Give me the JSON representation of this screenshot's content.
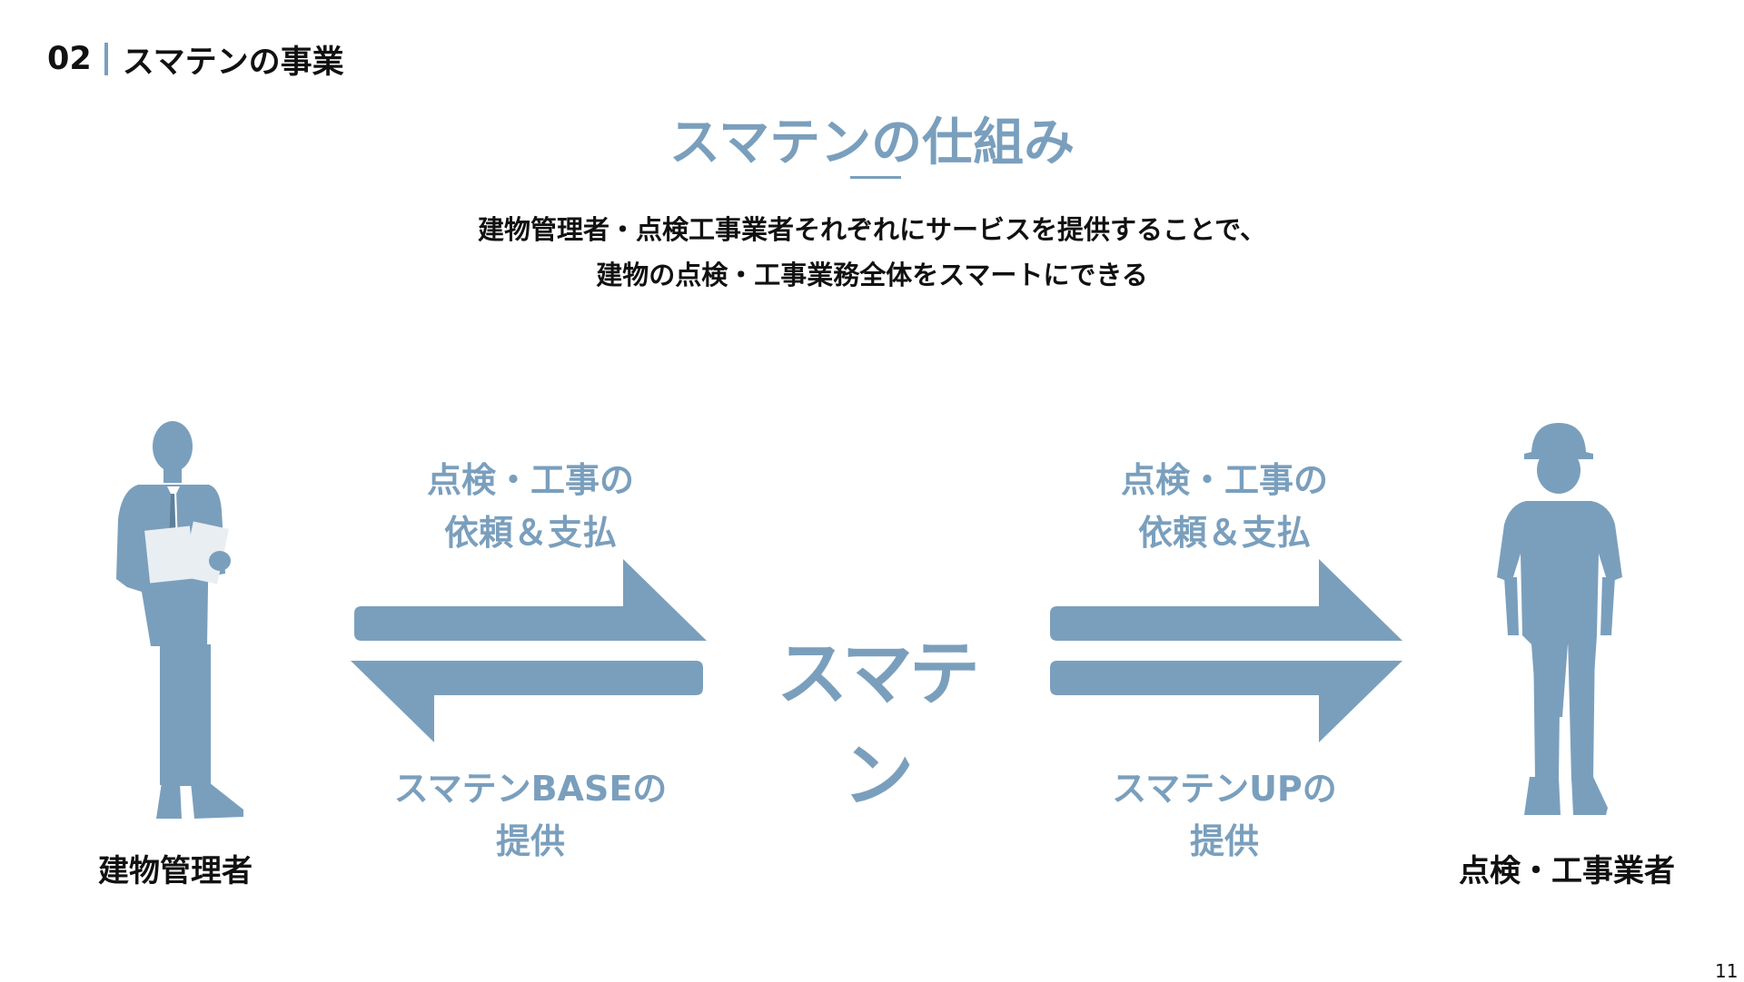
{
  "colors": {
    "accent": "#7a9fbd",
    "text": "#111111",
    "background": "#ffffff"
  },
  "header": {
    "number": "02",
    "title": "スマテンの事業"
  },
  "slide": {
    "title": "スマテンの仕組み",
    "subtitle_line1": "建物管理者・点検工事業者それぞれにサービスを提供することで、",
    "subtitle_line2": "建物の点検・工事業務全体をスマートにできる"
  },
  "left_flow": {
    "top_label_line1": "点検・工事の",
    "top_label_line2": "依頼＆支払",
    "bottom_label_line1": "スマテンBASEの",
    "bottom_label_line2": "提供"
  },
  "right_flow": {
    "top_label_line1": "点検・工事の",
    "top_label_line2": "依頼＆支払",
    "bottom_label_line1": "スマテンUPの",
    "bottom_label_line2": "提供"
  },
  "center_logo": {
    "text": "スマテン"
  },
  "people": {
    "left": {
      "label": "建物管理者",
      "icon": "businessman-silhouette-icon"
    },
    "right": {
      "label": "点検・工事業者",
      "icon": "construction-worker-silhouette-icon"
    }
  },
  "footer": {
    "page_number": "11"
  }
}
